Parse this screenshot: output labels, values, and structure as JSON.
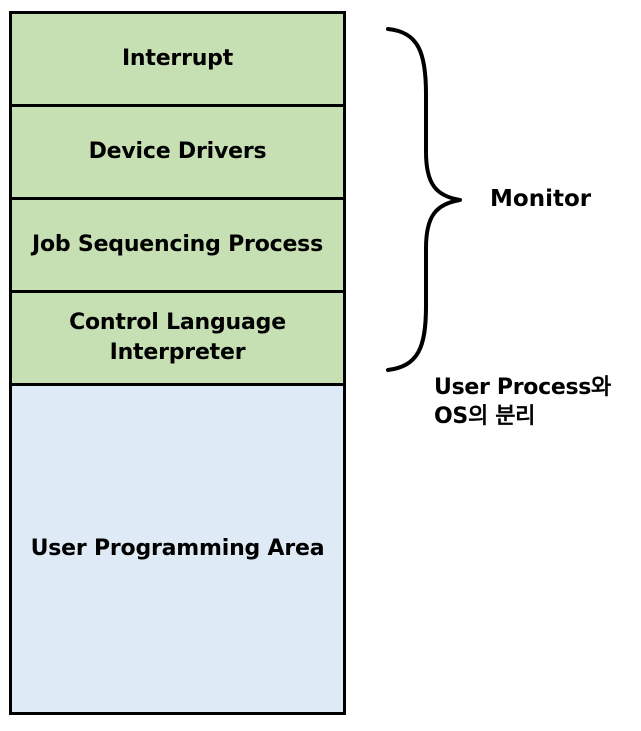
{
  "memory_layout": {
    "blocks": [
      {
        "label": "Interrupt"
      },
      {
        "label": "Device Drivers"
      },
      {
        "label": "Job Sequencing Process"
      },
      {
        "label_line1": "Control Language",
        "label_line2": "Interpreter"
      },
      {
        "label": "User Programming Area"
      }
    ]
  },
  "monitor_label": "Monitor",
  "note": {
    "line1": "User Process와",
    "line2": "OS의 분리"
  },
  "colors": {
    "monitor_fill": "#c6e0b4",
    "user_area_fill": "#deebf7",
    "border": "#000000"
  }
}
